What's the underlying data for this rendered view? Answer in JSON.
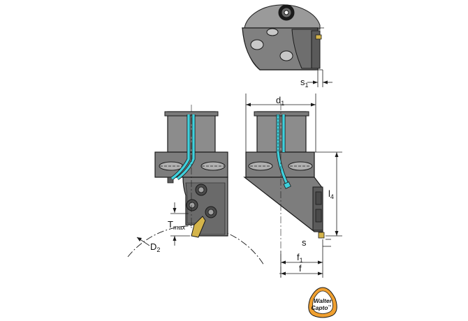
{
  "dimensions": {
    "s1": {
      "main": "s",
      "sub": "1"
    },
    "d1": {
      "main": "d",
      "sub": "1"
    },
    "l4": {
      "main": "l",
      "sub": "4"
    },
    "s": {
      "main": "s"
    },
    "f1": {
      "main": "f",
      "sub": "1"
    },
    "f": {
      "main": "f"
    },
    "tmax": {
      "main": "T",
      "sub": "max"
    },
    "d2": {
      "main": "D",
      "sub": "2"
    }
  },
  "logo": {
    "line1": "Walter",
    "line2": "Capto",
    "mark": "™"
  },
  "colors": {
    "body_gray": "#7d7d7d",
    "shank_gray": "#8c8c8c",
    "dark_gray": "#4a4a4a",
    "coolant": "#3fd0dc",
    "insert": "#d4b44a",
    "logo_orange": "#f0a030"
  }
}
